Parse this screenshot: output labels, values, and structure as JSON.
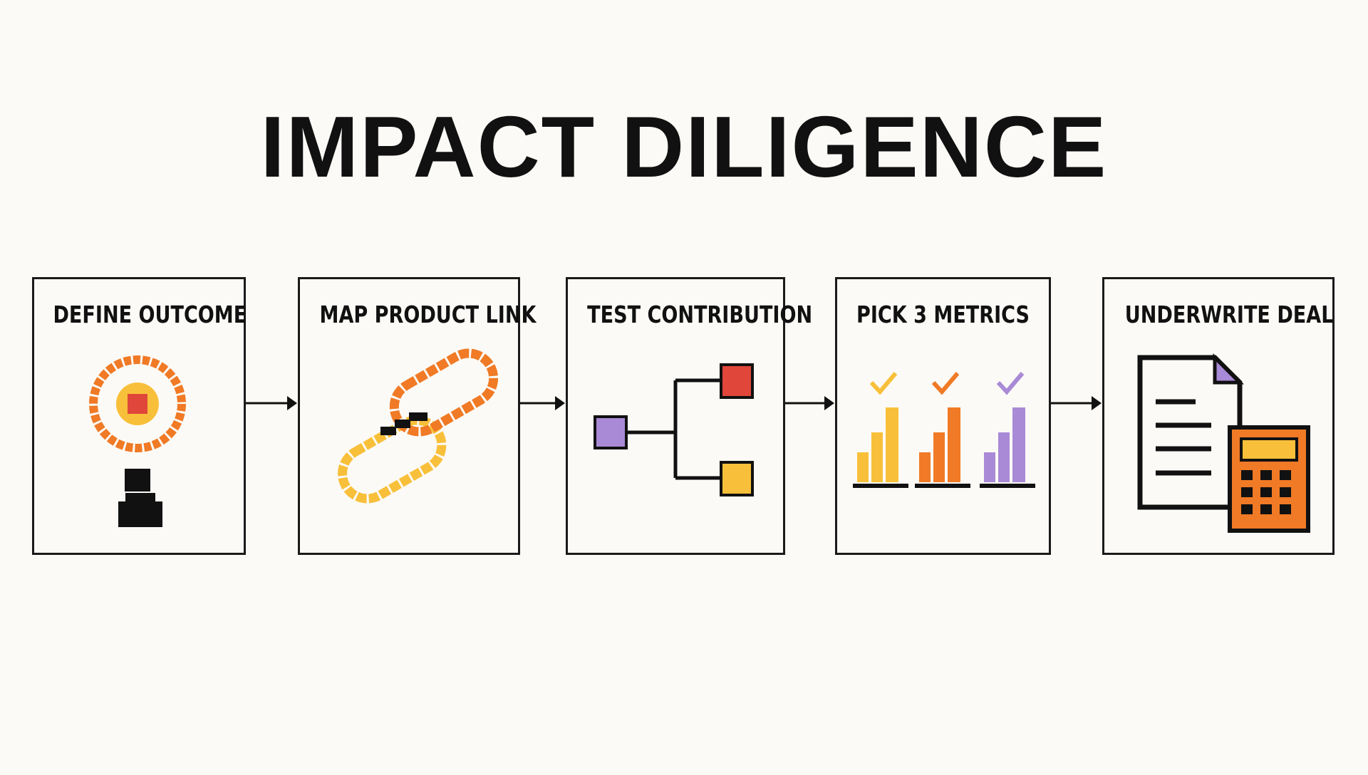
{
  "title": "IMPACT DILIGENCE",
  "colors": {
    "background": "#fcfaf6",
    "outline": "#1a1a1a",
    "orange": "#f07a25",
    "yellow": "#f8c03a",
    "red": "#e0463a",
    "purple": "#a98ad6"
  },
  "steps": [
    {
      "label": "DEFINE OUTCOME",
      "icon": "target-person-icon"
    },
    {
      "label": "MAP PRODUCT LINK",
      "icon": "chain-link-icon"
    },
    {
      "label": "TEST CONTRIBUTION",
      "icon": "branch-diagram-icon"
    },
    {
      "label": "PICK 3 METRICS",
      "icon": "bar-charts-check-icon"
    },
    {
      "label": "UNDERWRITE DEAL",
      "icon": "document-calculator-icon"
    }
  ]
}
